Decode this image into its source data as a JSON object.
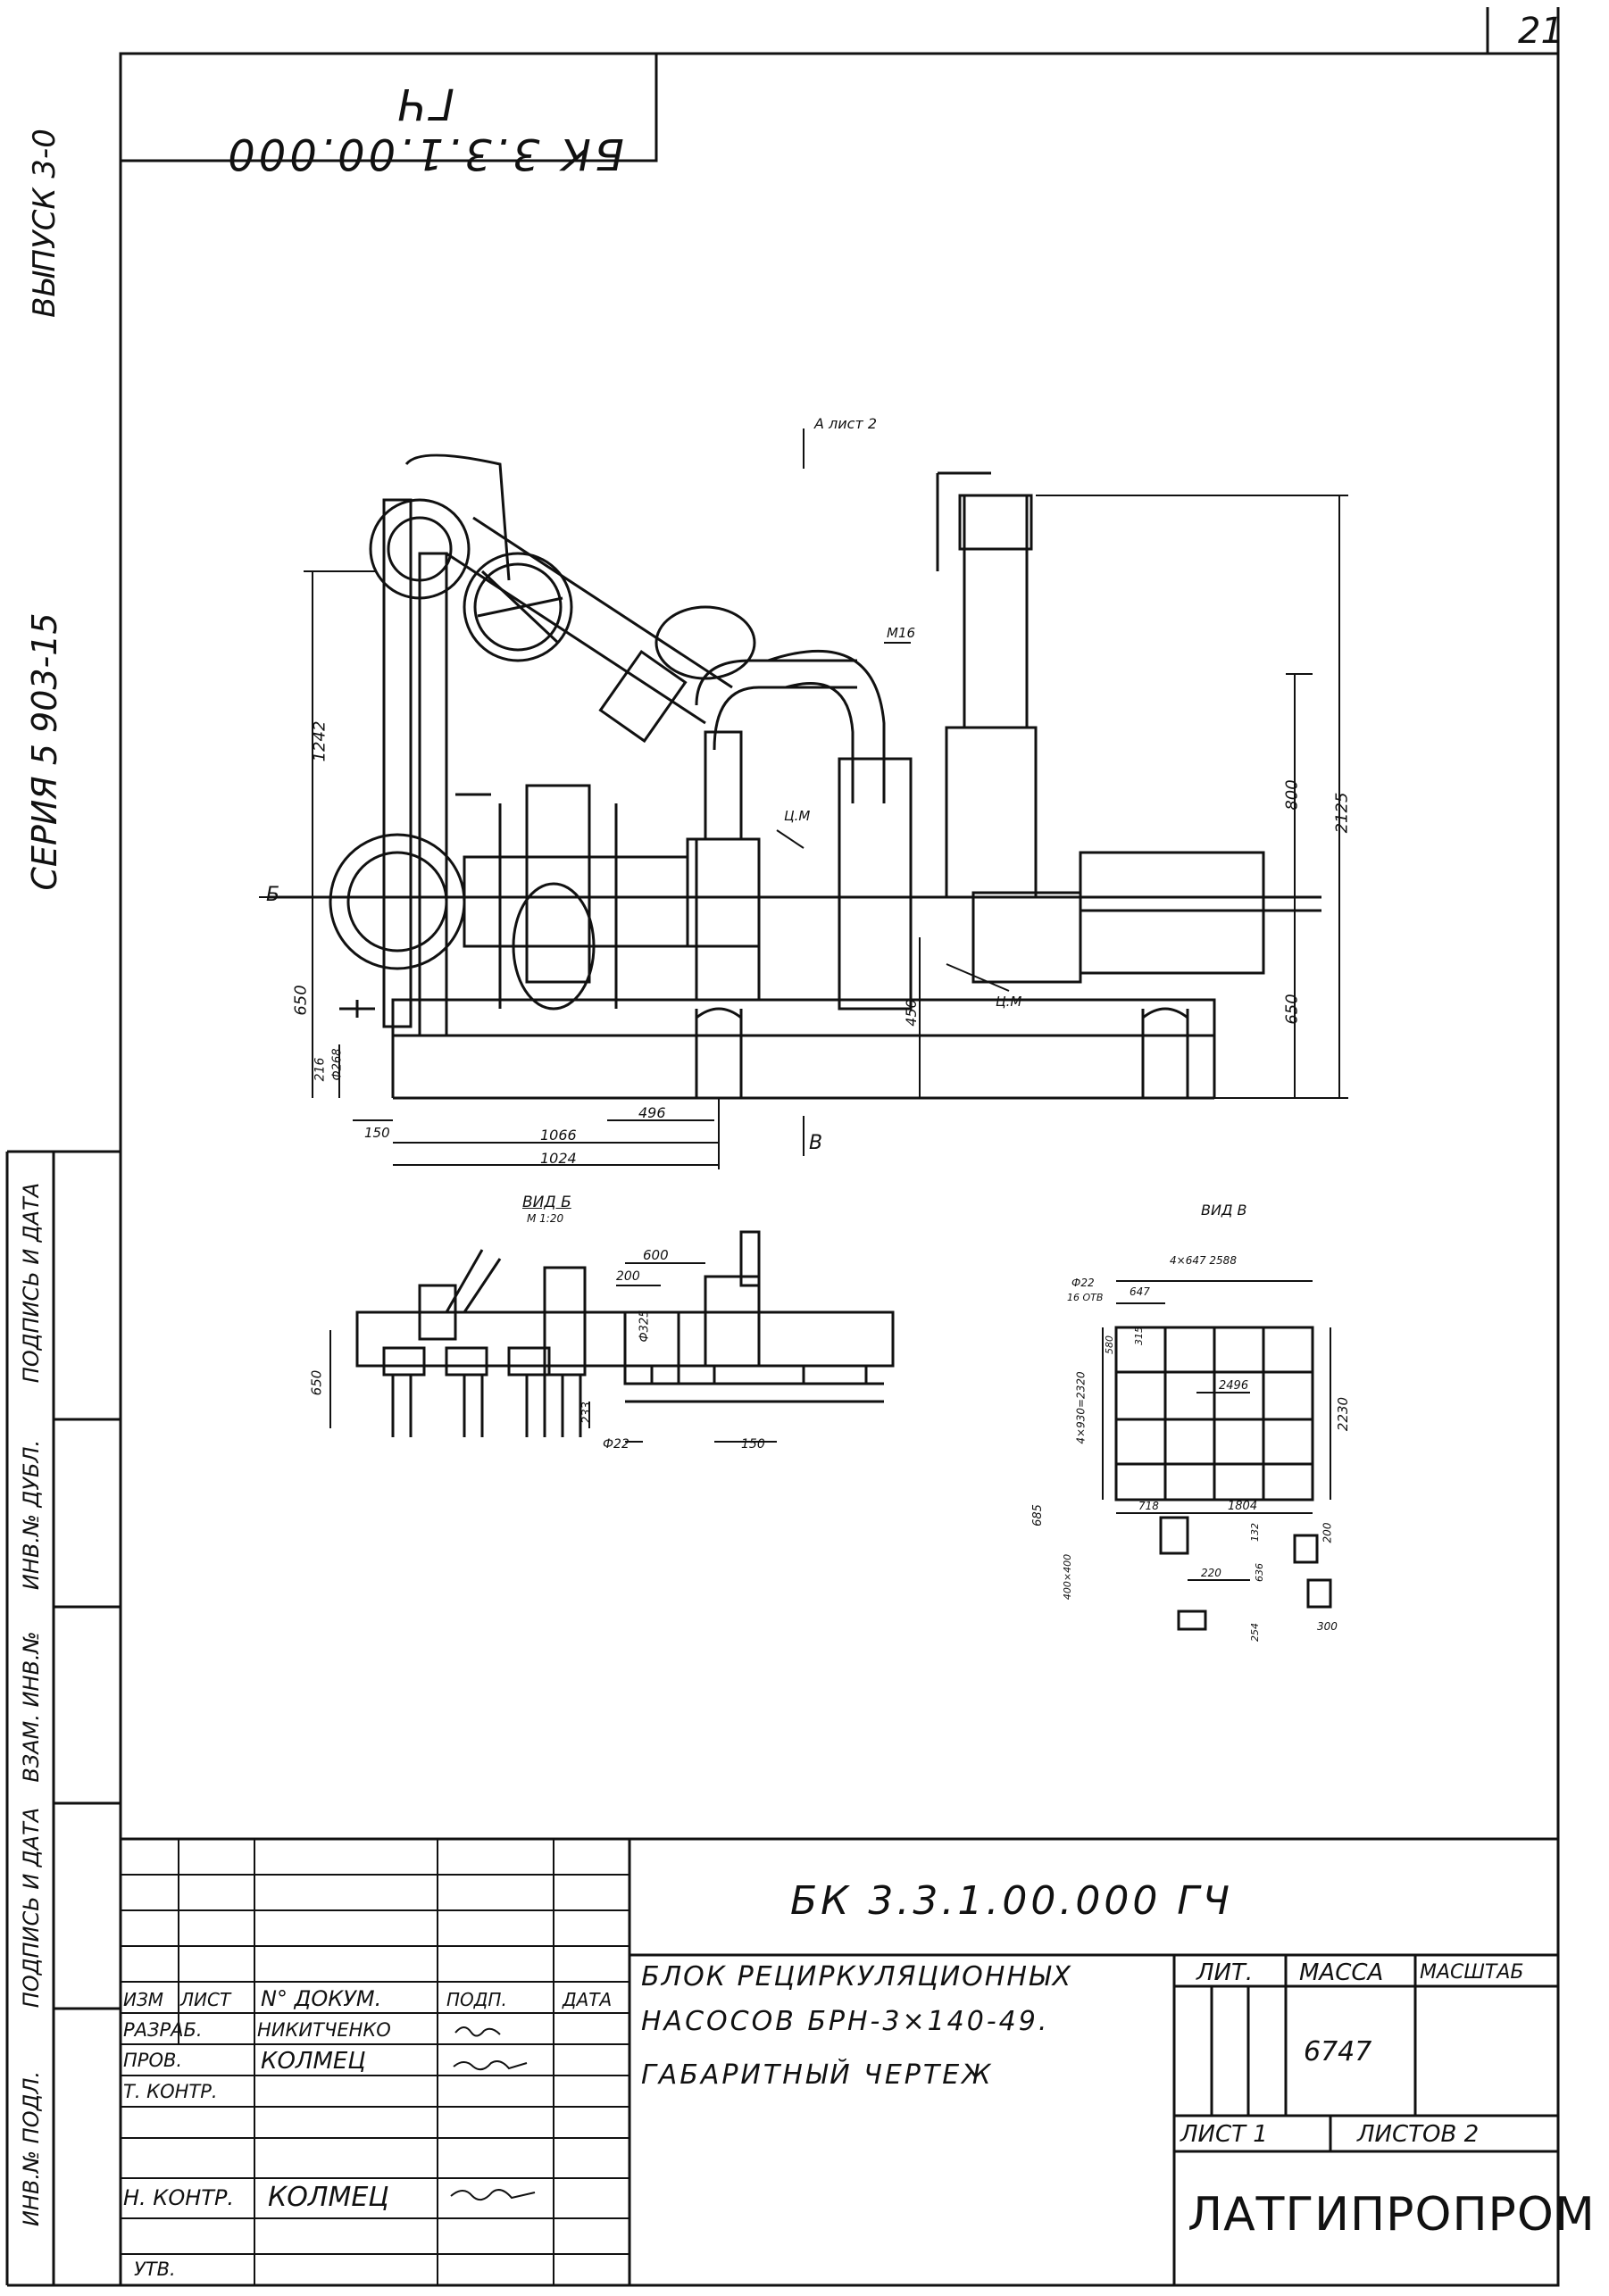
{
  "sheet": {
    "page_number": "21"
  },
  "margin": {
    "series": "СЕРИЯ 5 903-15",
    "issue": "ВЫПУСК 3-0",
    "stamps": [
      "ПОДПИСЬ И ДАТА",
      "ИНВ.№ ДУБЛ.",
      "ВЗАМ. ИНВ.№",
      "ПОДПИСЬ И ДАТА",
      "ИНВ.№ ПОДЛ."
    ]
  },
  "corner_code": "БК 3.3.1.00.000 ГЧ",
  "main_view": {
    "view_marker_a": "А лист 2",
    "marker_b": "Б",
    "marker_v": "В",
    "dims": {
      "d1242": "1242",
      "d650_left": "650",
      "d216": "216",
      "d268": "Ф268",
      "d150": "150",
      "d1066": "1066",
      "d1024": "1024",
      "d496": "496",
      "d450": "450",
      "d800": "800",
      "d2125": "2125",
      "d650_right": "650",
      "m16": "М16",
      "cm1": "Ц.М",
      "cm2": "Ц.М"
    }
  },
  "view_b": {
    "title": "ВИД Б",
    "scale": "М 1:20",
    "dims": {
      "d600": "600",
      "d200": "200",
      "d325": "Ф325",
      "d650": "650",
      "d233": "233",
      "d22": "Ф22",
      "d150": "150"
    }
  },
  "view_v": {
    "title": "ВИД В",
    "dims": {
      "top": "4×647 2588",
      "phi22": "Ф22",
      "holes": "16 ОТВ",
      "d647": "647",
      "d315": "315",
      "d580": "580",
      "left": "4×930=2320",
      "d2496": "2496",
      "d2230": "2230",
      "d685": "685",
      "d718": "718",
      "d1804": "1804",
      "d132": "132",
      "d200": "200",
      "d400": "400×400",
      "d220": "220",
      "d636": "636",
      "d254": "254",
      "d300": "300"
    }
  },
  "title_block": {
    "doc_code": "БК 3.3.1.00.000 ГЧ",
    "headers": {
      "izm": "ИЗМ",
      "list": "ЛИСТ",
      "doc": "N° ДОКУМ.",
      "sign": "ПОДП.",
      "date": "ДАТА"
    },
    "rows": [
      {
        "role": "РАЗРАБ.",
        "name": "НИКИТЧЕНКО"
      },
      {
        "role": "ПРОВ.",
        "name": "КОЛМЕЦ"
      },
      {
        "role": "Т. КОНТР.",
        "name": ""
      },
      {
        "role": "",
        "name": ""
      },
      {
        "role": "Н. КОНТР.",
        "name": "КОЛМЕЦ"
      },
      {
        "role": "УТВ.",
        "name": ""
      }
    ],
    "title_lines": [
      "БЛОК РЕЦИРКУЛЯЦИОННЫХ",
      "НАСОСОВ БРН-3×140-49.",
      "ГАБАРИТНЫЙ ЧЕРТЕЖ"
    ],
    "lit_label": "ЛИТ.",
    "mass_label": "МАССА",
    "scale_label": "МАСШТАБ",
    "mass_value": "6747",
    "sheet_label": "ЛИСТ 1",
    "sheets_label": "ЛИСТОВ 2",
    "organization": "ЛАТГИПРОПРОМ"
  }
}
